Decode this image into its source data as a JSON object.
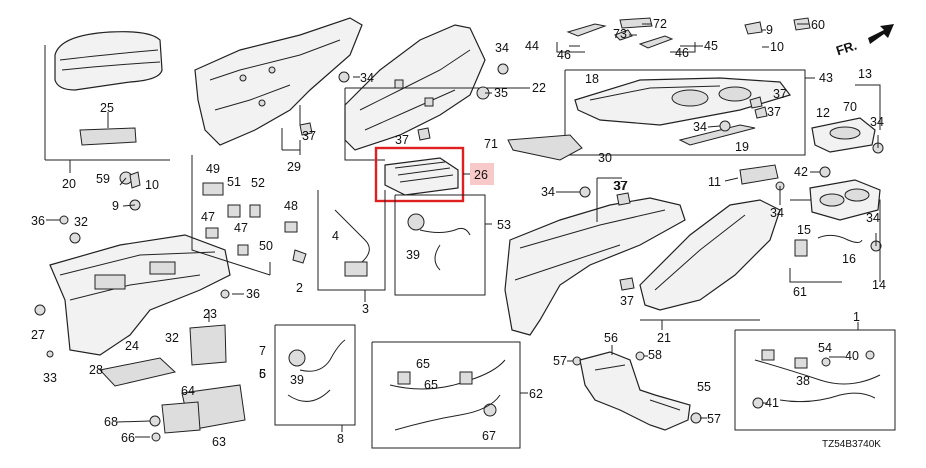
{
  "diagram": {
    "diagram_code": "TZ54B3740K",
    "direction_label": "FR.",
    "highlight_color": "#e02020",
    "highlighted_part": "26",
    "callouts": {
      "c1": "1",
      "c2": "2",
      "c3": "3",
      "c4": "4",
      "c5": "5",
      "c6": "6",
      "c7": "7",
      "c8": "8",
      "c9a": "9",
      "c9b": "9",
      "c10a": "10",
      "c10b": "10",
      "c11": "11",
      "c12": "12",
      "c13": "13",
      "c14": "14",
      "c15": "15",
      "c16": "16",
      "c18": "18",
      "c19": "19",
      "c20": "20",
      "c21": "21",
      "c22": "22",
      "c23": "23",
      "c24": "24",
      "c25": "25",
      "c26": "26",
      "c27": "27",
      "c28": "28",
      "c29": "29",
      "c30": "30",
      "c32a": "32",
      "c32b": "32",
      "c33": "33",
      "c34a": "34",
      "c34b": "34",
      "c34c": "34",
      "c34d": "34",
      "c34e": "34",
      "c34f": "34",
      "c34g": "34",
      "c35": "35",
      "c36a": "36",
      "c36b": "36",
      "c37a": "37",
      "c37b": "37",
      "c37c": "37",
      "c37d": "37",
      "c37e": "37",
      "c37f": "37",
      "c37g": "37",
      "c38": "38",
      "c39a": "39",
      "c39b": "39",
      "c40": "40",
      "c41": "41",
      "c42": "42",
      "c43": "43",
      "c44": "44",
      "c45": "45",
      "c46a": "46",
      "c46b": "46",
      "c47a": "47",
      "c47b": "47",
      "c48": "48",
      "c49": "49",
      "c50": "50",
      "c51": "51",
      "c52": "52",
      "c53": "53",
      "c54": "54",
      "c55": "55",
      "c56": "56",
      "c57a": "57",
      "c57b": "57",
      "c58": "58",
      "c59": "59",
      "c60": "60",
      "c61": "61",
      "c62": "62",
      "c63": "63",
      "c64": "64",
      "c65a": "65",
      "c65b": "65",
      "c66": "66",
      "c67": "67",
      "c68": "68",
      "c70": "70",
      "c71": "71",
      "c72": "72",
      "c73": "73"
    }
  }
}
